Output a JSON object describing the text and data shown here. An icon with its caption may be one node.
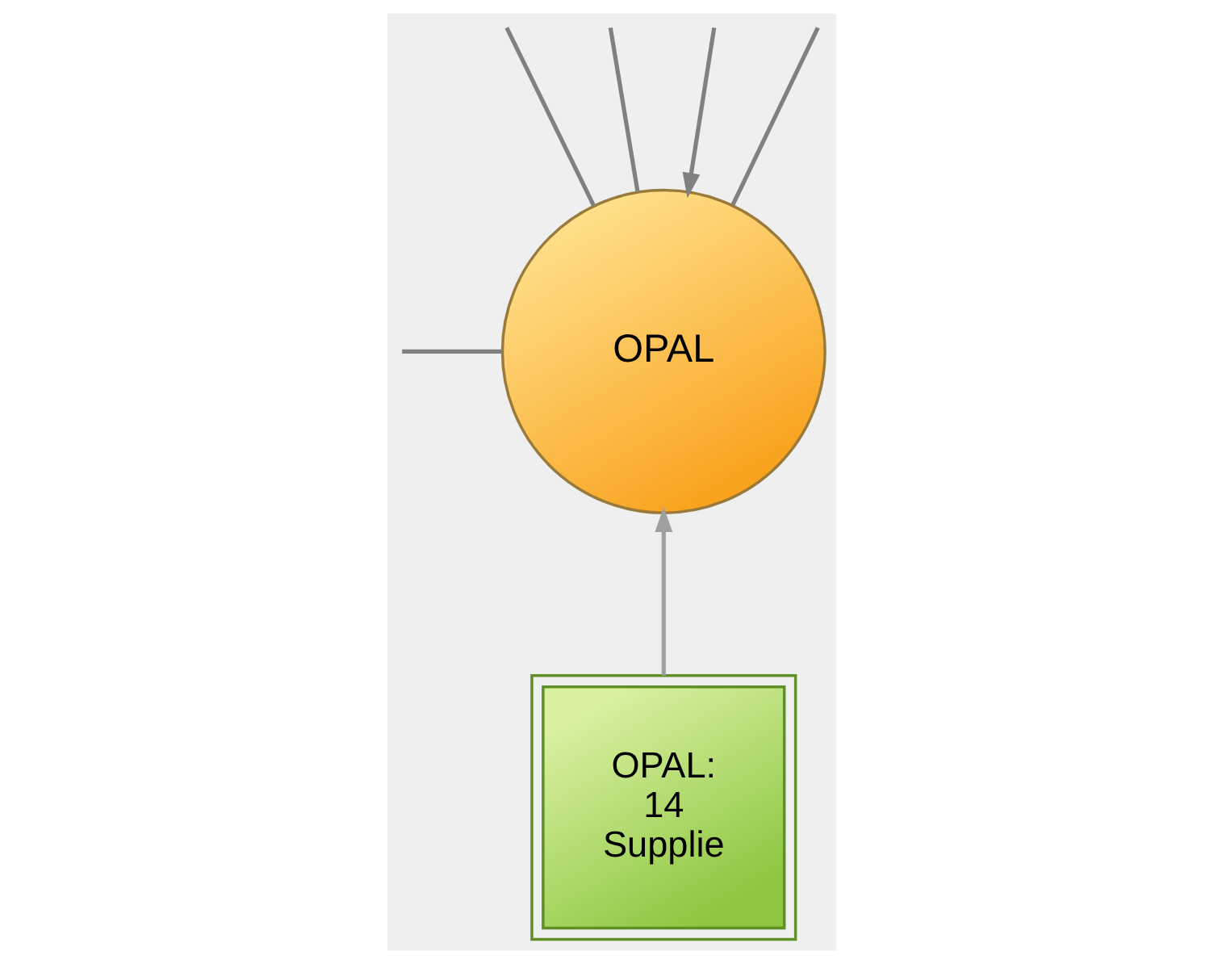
{
  "diagram": {
    "nodes": [
      {
        "text": [
          "OPAL"
        ]
      },
      {
        "text": [
          "OPAL: 14 Supplie"
        ]
      }
    ],
    "edges": [
      {
        "from": null,
        "to": 0,
        "arrow": "none"
      },
      {
        "from": null,
        "to": 0,
        "arrow": "none"
      },
      {
        "from": null,
        "to": 0,
        "arrow": "none"
      },
      {
        "from": null,
        "to": 0,
        "arrow": "to"
      },
      {
        "from": null,
        "to": 0,
        "arrow": "none"
      },
      {
        "from": 1,
        "to": 0,
        "arrow": "to",
        "color": "#a0a0a0"
      }
    ]
  }
}
